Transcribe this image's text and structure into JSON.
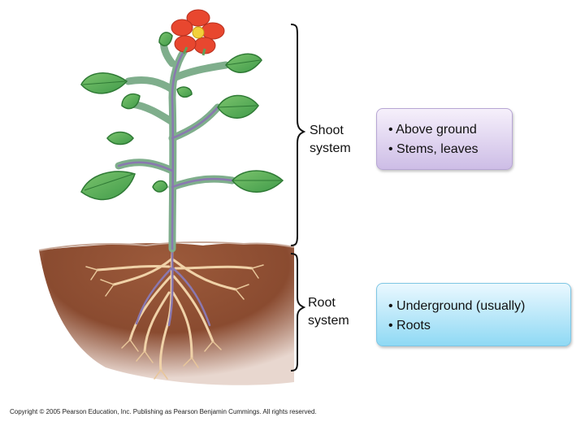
{
  "labels": {
    "shoot": [
      "Shoot",
      "system"
    ],
    "root": [
      "Root",
      "system"
    ]
  },
  "shoot_box": {
    "lines": [
      "• Above ground",
      "• Stems, leaves"
    ]
  },
  "root_box": {
    "lines": [
      "• Underground (usually)",
      "• Roots"
    ]
  },
  "copyright": "Copyright © 2005 Pearson Education, Inc. Publishing as Pearson Benjamin Cummings. All rights reserved.",
  "colors": {
    "soil": "#8a4b30",
    "leaf": "#5fb35a",
    "stem": "#7fae8c",
    "flower": "#e8472f",
    "root": "#f2d8b0"
  }
}
